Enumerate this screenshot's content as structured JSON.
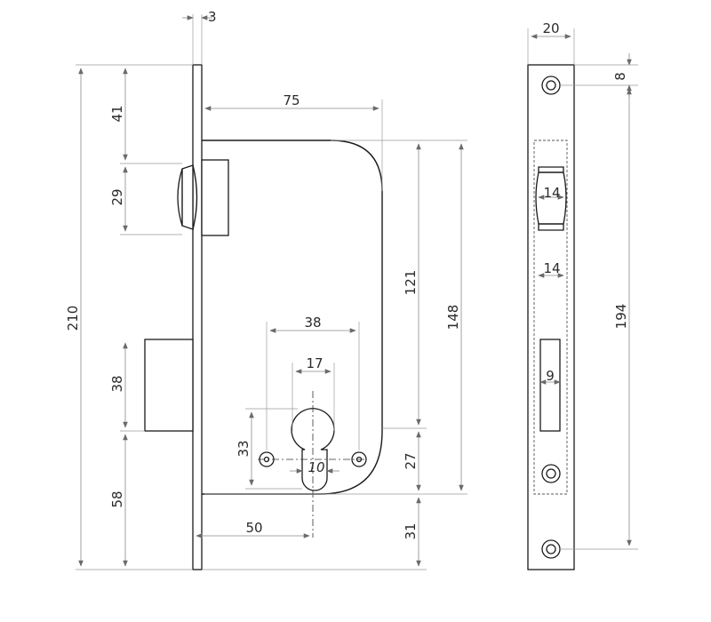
{
  "dimensions": {
    "faceplate_thickness": "3",
    "top_to_latch": "41",
    "latch_height": "29",
    "backset_case": "75",
    "spindle_to_cylinder": "121",
    "case_height": "148",
    "total_height": "210",
    "bolt_height": "38",
    "screw_spacing": "38",
    "cylinder_width": "17",
    "screw_offset": "33",
    "cylinder_slot": "10",
    "cylinder_to_bottom": "27",
    "bottom_offset": "58",
    "backset": "50",
    "case_bottom_to_plate": "31",
    "plate_width": "20",
    "plate_hole_offset": "8",
    "latch_slot_width": "14",
    "latch_gap": "14",
    "bolt_slot_width": "9",
    "hole_spacing": "194"
  }
}
